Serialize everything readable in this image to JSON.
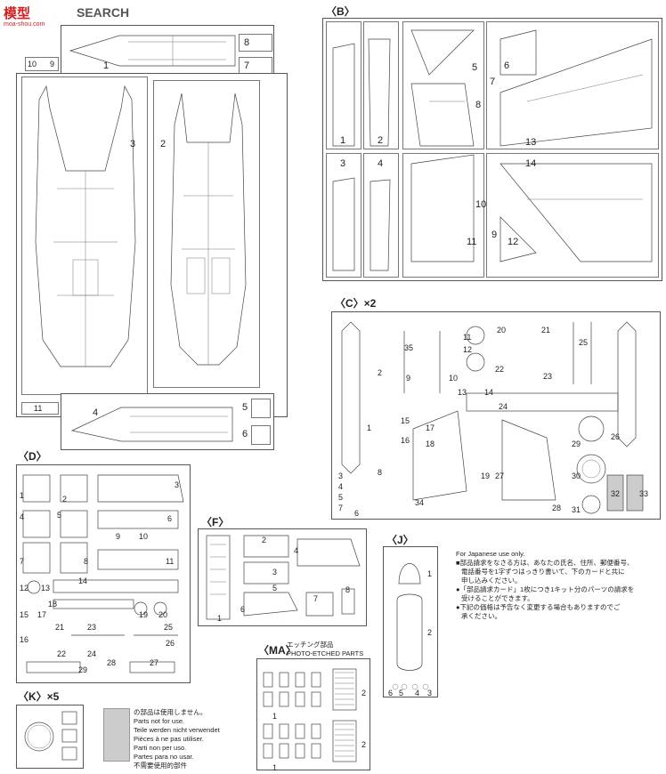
{
  "watermark": {
    "logo_text": "模型",
    "site": "moa-shou.com",
    "search": "SEARCH"
  },
  "sprues": {
    "A": {
      "labels": [
        "1",
        "2",
        "3",
        "4",
        "5",
        "6",
        "7",
        "8",
        "9",
        "10",
        "11"
      ]
    },
    "B": {
      "title": "〈B〉",
      "labels": [
        "1",
        "2",
        "3",
        "4",
        "5",
        "6",
        "7",
        "8",
        "9",
        "10",
        "11",
        "12",
        "13",
        "14"
      ]
    },
    "C": {
      "title": "〈C〉×2",
      "labels": [
        "1",
        "2",
        "3",
        "4",
        "5",
        "6",
        "7",
        "8",
        "9",
        "10",
        "11",
        "12",
        "13",
        "14",
        "15",
        "16",
        "17",
        "18",
        "19",
        "20",
        "21",
        "22",
        "23",
        "24",
        "25",
        "26",
        "27",
        "28",
        "29",
        "30",
        "31",
        "32",
        "33",
        "34",
        "35"
      ]
    },
    "D": {
      "title": "〈D〉",
      "labels": [
        "1",
        "2",
        "3",
        "4",
        "5",
        "6",
        "7",
        "8",
        "9",
        "10",
        "11",
        "12",
        "13",
        "14",
        "15",
        "16",
        "17",
        "18",
        "19",
        "20",
        "21",
        "22",
        "23",
        "24",
        "25",
        "26",
        "27",
        "28",
        "29"
      ]
    },
    "F": {
      "title": "〈F〉",
      "labels": [
        "1",
        "2",
        "3",
        "4",
        "5",
        "6",
        "7",
        "8"
      ]
    },
    "J": {
      "title": "〈J〉",
      "labels": [
        "1",
        "2",
        "3",
        "4",
        "5",
        "6"
      ]
    },
    "K": {
      "title": "〈K〉×5"
    },
    "MA": {
      "title": "〈MA〉",
      "subtitle_jp": "エッチング部品",
      "subtitle_en": "PHOTO-ETCHED PARTS",
      "labels": [
        "1",
        "2"
      ]
    }
  },
  "japanese_notice": {
    "heading": "For Japanese use only.",
    "lines": [
      "■部品請求をなさる方は、あなたの氏名、住所、郵便番号、",
      "電話番号を1字ずつはっきり書いて、下のカードと共に",
      "申し込みください。",
      "●「部品請求カード」1枚につき1キット分のパーツの請求を",
      "受けることができます。",
      "●下記の価格は予告なく変更する場合もありますのでご",
      "承ください。"
    ]
  },
  "not_used": {
    "lines": [
      "の部品は使用しません。",
      "Parts not for use.",
      "Teile werden nicht verwendet",
      "Pièces à ne pas utiliser.",
      "Parti non per uso.",
      "Partes para no usar.",
      "不需要使用的部件"
    ]
  }
}
